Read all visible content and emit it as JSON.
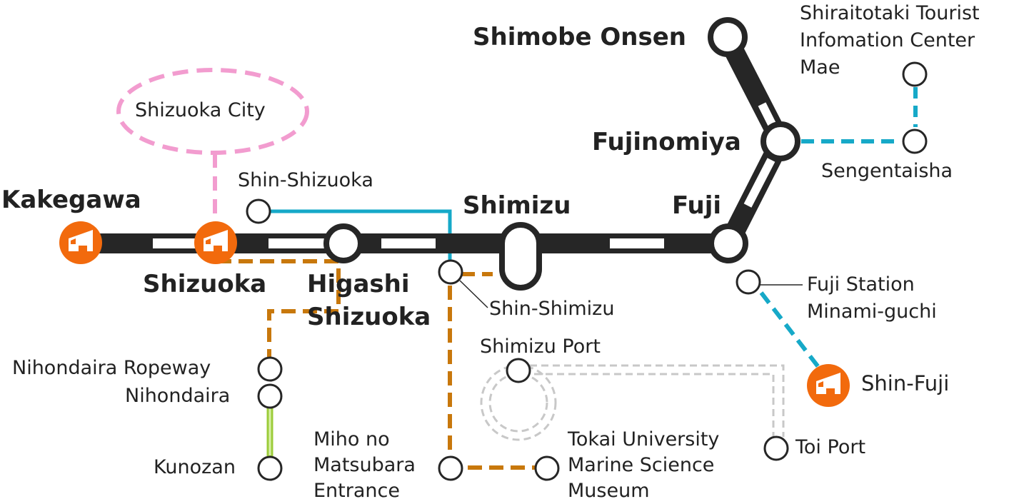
{
  "colors": {
    "rail": "#262626",
    "blue_line": "#16a9c8",
    "orange_dashed": "#c8780c",
    "pink_dashed": "#f29ccf",
    "green_ropeway": "#9ccc3a",
    "gray_ferry": "#c8c8c8",
    "shinkansen_marker": "#f26a0d"
  },
  "icons": {
    "shinkansen": "shinkansen-train-icon",
    "station": "station-circle-icon"
  },
  "area_label": "Shizuoka City",
  "stations": {
    "kakegawa": "Kakegawa",
    "shizuoka": "Shizuoka",
    "shin_shizuoka": "Shin-Shizuoka",
    "higashi_shizuoka": "Higashi\nShizuoka",
    "shimizu": "Shimizu",
    "shin_shimizu": "Shin-Shimizu",
    "fuji": "Fuji",
    "fujinomiya": "Fujinomiya",
    "shimobe_onsen": "Shimobe Onsen",
    "shiraitotaki": "Shiraitotaki Tourist\nInfomation Center\nMae",
    "sengentaisha": "Sengentaisha",
    "fuji_minamiguchi": "Fuji Station\nMinami-guchi",
    "shin_fuji": "Shin-Fuji",
    "shimizu_port": "Shimizu Port",
    "toi_port": "Toi Port",
    "nihondaira_ropeway": "Nihondaira Ropeway",
    "nihondaira": "Nihondaira",
    "kunozan": "Kunozan",
    "miho": "Miho no\nMatsubara\nEntrance",
    "tokai_museum": "Tokai University\nMarine Science\nMuseum"
  }
}
